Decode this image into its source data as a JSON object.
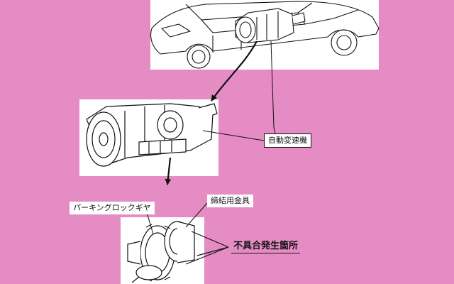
{
  "colors": {
    "background": "#e68cc4",
    "paper": "#ffffff",
    "ink": "#111111"
  },
  "labels": {
    "automatic_transmission": "自動変速機",
    "parking_lock_gear": "パーキングロックギヤ",
    "fastening_bracket": "締結用金具",
    "defect_location": "不具合発生箇所"
  }
}
